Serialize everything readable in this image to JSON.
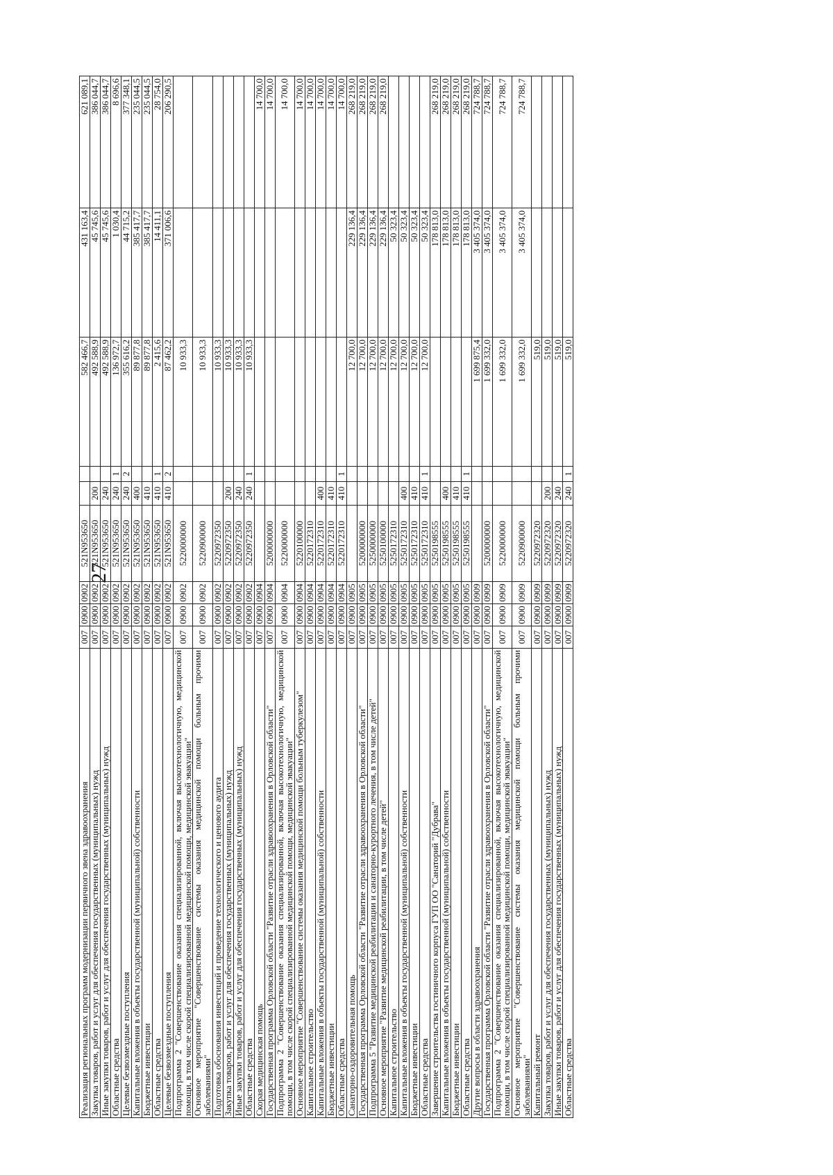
{
  "page": {
    "number": "27"
  },
  "rows": [
    {
      "name": "Реализация региональных программ модернизации первичного звена здравоохранения",
      "g": "007",
      "s": "0900",
      "ss": "0902",
      "csr": "521N953650",
      "vr": "",
      "k": "",
      "v1": "582 466,7",
      "v2": "431 163,4",
      "v3": "621 089,1"
    },
    {
      "name": "Закупка товаров, работ и услуг для обеспечения государственных (муниципальных) нужд",
      "g": "007",
      "s": "0900",
      "ss": "0902",
      "csr": "521N953650",
      "vr": "200",
      "k": "",
      "v1": "492 588,9",
      "v2": "45 745,6",
      "v3": "386 044,7"
    },
    {
      "name": "Иные закупки товаров, работ и услуг для обеспечения государственных (муниципальных) нужд",
      "g": "007",
      "s": "0900",
      "ss": "0902",
      "csr": "521N953650",
      "vr": "240",
      "k": "",
      "v1": "492 588,9",
      "v2": "45 745,6",
      "v3": "386 044,7"
    },
    {
      "name": "Областные средства",
      "g": "007",
      "s": "0900",
      "ss": "0902",
      "csr": "521N953650",
      "vr": "240",
      "k": "1",
      "v1": "136 972,7",
      "v2": "1 030,4",
      "v3": "8 696,6"
    },
    {
      "name": "Целевые безвозмездные поступления",
      "g": "007",
      "s": "0900",
      "ss": "0902",
      "csr": "521N953650",
      "vr": "240",
      "k": "2",
      "v1": "355 616,2",
      "v2": "44 715,2",
      "v3": "377 348,1"
    },
    {
      "name": "Капитальные вложения в объекты государственной (муниципальной) собственности",
      "g": "007",
      "s": "0900",
      "ss": "0902",
      "csr": "521N953650",
      "vr": "400",
      "k": "",
      "v1": "89 877,8",
      "v2": "385 417,7",
      "v3": "235 044,5"
    },
    {
      "name": "Бюджетные инвестиции",
      "g": "007",
      "s": "0900",
      "ss": "0902",
      "csr": "521N953650",
      "vr": "410",
      "k": "",
      "v1": "89 877,8",
      "v2": "385 417,7",
      "v3": "235 044,5"
    },
    {
      "name": "Областные средства",
      "g": "007",
      "s": "0900",
      "ss": "0902",
      "csr": "521N953650",
      "vr": "410",
      "k": "1",
      "v1": "2 415,6",
      "v2": "14 411,1",
      "v3": "28 754,0"
    },
    {
      "name": "Целевые безвозмездные поступления",
      "g": "007",
      "s": "0900",
      "ss": "0902",
      "csr": "521N953650",
      "vr": "410",
      "k": "2",
      "v1": "87 462,2",
      "v2": "371 006,6",
      "v3": "206 290,5"
    },
    {
      "name": "Подпрограмма 2 \"Совершенствование оказания специализированной, включая высокотехнологичную, медицинской помощи, в том числе скорой специализированной медицинской помощи, медицинской эвакуации\"",
      "g": "007",
      "s": "0900",
      "ss": "0902",
      "csr": "5220000000",
      "vr": "",
      "k": "",
      "v1": "10 933,3",
      "v2": "",
      "v3": ""
    },
    {
      "name": "Основное мероприятие \"Совершенствование системы оказания медицинской помощи больным прочими заболеваниями\"",
      "g": "007",
      "s": "0900",
      "ss": "0902",
      "csr": "5220900000",
      "vr": "",
      "k": "",
      "v1": "10 933,3",
      "v2": "",
      "v3": ""
    },
    {
      "name": "Подготовка обоснования инвестиций и проведение технологического и ценового аудита",
      "g": "007",
      "s": "0900",
      "ss": "0902",
      "csr": "5220972350",
      "vr": "",
      "k": "",
      "v1": "10 933,3",
      "v2": "",
      "v3": ""
    },
    {
      "name": "Закупка товаров, работ и услуг для обеспечения государственных (муниципальных) нужд",
      "g": "007",
      "s": "0900",
      "ss": "0902",
      "csr": "5220972350",
      "vr": "200",
      "k": "",
      "v1": "10 933,3",
      "v2": "",
      "v3": ""
    },
    {
      "name": "Иные закупки товаров, работ и услуг для обеспечения государственных (муниципальных) нужд",
      "g": "007",
      "s": "0900",
      "ss": "0902",
      "csr": "5220972350",
      "vr": "240",
      "k": "",
      "v1": "10 933,3",
      "v2": "",
      "v3": ""
    },
    {
      "name": "Областные средства",
      "g": "007",
      "s": "0900",
      "ss": "0902",
      "csr": "5220972350",
      "vr": "240",
      "k": "1",
      "v1": "10 933,3",
      "v2": "",
      "v3": ""
    },
    {
      "name": "Скорая медицинская помощь",
      "g": "007",
      "s": "0900",
      "ss": "0904",
      "csr": "",
      "vr": "",
      "k": "",
      "v1": "",
      "v2": "",
      "v3": "14 700,0"
    },
    {
      "name": "Государственная программа Орловской области \"Развитие отрасли здравоохранения в Орловской области\"",
      "g": "007",
      "s": "0900",
      "ss": "0904",
      "csr": "5200000000",
      "vr": "",
      "k": "",
      "v1": "",
      "v2": "",
      "v3": "14 700,0"
    },
    {
      "name": "Подпрограмма 2 \"Совершенствование оказания специализированной, включая высокотехнологичную, медицинской помощи, в том числе скорой специализированной медицинской помощи, медицинской эвакуации\"",
      "g": "007",
      "s": "0900",
      "ss": "0904",
      "csr": "5220000000",
      "vr": "",
      "k": "",
      "v1": "",
      "v2": "",
      "v3": "14 700,0"
    },
    {
      "name": "Основное мероприятие \"Совершенствование системы оказания медицинской помощи больным туберкулезом\"",
      "g": "007",
      "s": "0900",
      "ss": "0904",
      "csr": "5220100000",
      "vr": "",
      "k": "",
      "v1": "",
      "v2": "",
      "v3": "14 700,0"
    },
    {
      "name": "Капитальное строительство",
      "g": "007",
      "s": "0900",
      "ss": "0904",
      "csr": "5220172310",
      "vr": "",
      "k": "",
      "v1": "",
      "v2": "",
      "v3": "14 700,0"
    },
    {
      "name": "Капитальные вложения в объекты государственной (муниципальной) собственности",
      "g": "007",
      "s": "0900",
      "ss": "0904",
      "csr": "5220172310",
      "vr": "400",
      "k": "",
      "v1": "",
      "v2": "",
      "v3": "14 700,0"
    },
    {
      "name": "Бюджетные инвестиции",
      "g": "007",
      "s": "0900",
      "ss": "0904",
      "csr": "5220172310",
      "vr": "410",
      "k": "",
      "v1": "",
      "v2": "",
      "v3": "14 700,0"
    },
    {
      "name": "Областные средства",
      "g": "007",
      "s": "0900",
      "ss": "0904",
      "csr": "5220172310",
      "vr": "410",
      "k": "1",
      "v1": "",
      "v2": "",
      "v3": "14 700,0"
    },
    {
      "name": "Санаторно-оздоровительная помощь",
      "g": "007",
      "s": "0900",
      "ss": "0905",
      "csr": "",
      "vr": "",
      "k": "",
      "v1": "12 700,0",
      "v2": "229 136,4",
      "v3": "268 219,0"
    },
    {
      "name": "Государственная программа Орловской области \"Развитие отрасли здравоохранения в Орловской области\"",
      "g": "007",
      "s": "0900",
      "ss": "0905",
      "csr": "5200000000",
      "vr": "",
      "k": "",
      "v1": "12 700,0",
      "v2": "229 136,4",
      "v3": "268 219,0"
    },
    {
      "name": "Подпрограмма 5 \"Развитие медицинской реабилитации и санаторно-курортного лечения, в том числе детей\"",
      "g": "007",
      "s": "0900",
      "ss": "0905",
      "csr": "5250000000",
      "vr": "",
      "k": "",
      "v1": "12 700,0",
      "v2": "229 136,4",
      "v3": "268 219,0"
    },
    {
      "name": "Основное мероприятие \"Развитие медицинской реабилитации, в том числе детей\"",
      "g": "007",
      "s": "0900",
      "ss": "0905",
      "csr": "5250100000",
      "vr": "",
      "k": "",
      "v1": "12 700,0",
      "v2": "229 136,4",
      "v3": "268 219,0"
    },
    {
      "name": "Капитальное строительство",
      "g": "007",
      "s": "0900",
      "ss": "0905",
      "csr": "5250172310",
      "vr": "",
      "k": "",
      "v1": "12 700,0",
      "v2": "50 323,4",
      "v3": ""
    },
    {
      "name": "Капитальные вложения в объекты государственной (муниципальной) собственности",
      "g": "007",
      "s": "0900",
      "ss": "0905",
      "csr": "5250172310",
      "vr": "400",
      "k": "",
      "v1": "12 700,0",
      "v2": "50 323,4",
      "v3": ""
    },
    {
      "name": "Бюджетные инвестиции",
      "g": "007",
      "s": "0900",
      "ss": "0905",
      "csr": "5250172310",
      "vr": "410",
      "k": "",
      "v1": "12 700,0",
      "v2": "50 323,4",
      "v3": ""
    },
    {
      "name": "Областные средства",
      "g": "007",
      "s": "0900",
      "ss": "0905",
      "csr": "5250172310",
      "vr": "410",
      "k": "1",
      "v1": "12 700,0",
      "v2": "50 323,4",
      "v3": ""
    },
    {
      "name": "Завершение строительства гостиничного корпуса ГУП ОО \"Санаторий \"Дубрава\"",
      "g": "007",
      "s": "0900",
      "ss": "0905",
      "csr": "5250198555",
      "vr": "",
      "k": "",
      "v1": "",
      "v2": "178 813,0",
      "v3": "268 219,0"
    },
    {
      "name": "Капитальные вложения в объекты государственной (муниципальной) собственности",
      "g": "007",
      "s": "0900",
      "ss": "0905",
      "csr": "5250198555",
      "vr": "400",
      "k": "",
      "v1": "",
      "v2": "178 813,0",
      "v3": "268 219,0"
    },
    {
      "name": "Бюджетные инвестиции",
      "g": "007",
      "s": "0900",
      "ss": "0905",
      "csr": "5250198555",
      "vr": "410",
      "k": "",
      "v1": "",
      "v2": "178 813,0",
      "v3": "268 219,0"
    },
    {
      "name": "Областные средства",
      "g": "007",
      "s": "0900",
      "ss": "0905",
      "csr": "5250198555",
      "vr": "410",
      "k": "1",
      "v1": "",
      "v2": "178 813,0",
      "v3": "268 219,0"
    },
    {
      "name": "Другие вопросы в области здравоохранения",
      "g": "007",
      "s": "0900",
      "ss": "0909",
      "csr": "",
      "vr": "",
      "k": "",
      "v1": "1 699 875,4",
      "v2": "3 405 374,0",
      "v3": "724 788,7"
    },
    {
      "name": "Государственная программа Орловской области \"Развитие отрасли здравоохранения в Орловской области\"",
      "g": "007",
      "s": "0900",
      "ss": "0909",
      "csr": "5200000000",
      "vr": "",
      "k": "",
      "v1": "1 699 332,0",
      "v2": "3 405 374,0",
      "v3": "724 788,7"
    },
    {
      "name": "Подпрограмма 2 \"Совершенствование оказания специализированной, включая высокотехнологичную, медицинской помощи, в том числе скорой специализированной медицинской помощи, медицинской эвакуации\"",
      "g": "007",
      "s": "0900",
      "ss": "0909",
      "csr": "5220000000",
      "vr": "",
      "k": "",
      "v1": "1 699 332,0",
      "v2": "3 405 374,0",
      "v3": "724 788,7"
    },
    {
      "name": "Основное мероприятие \"Совершенствование системы оказания медицинской помощи больным прочими заболеваниями\"",
      "g": "007",
      "s": "0900",
      "ss": "0909",
      "csr": "5220900000",
      "vr": "",
      "k": "",
      "v1": "1 699 332,0",
      "v2": "3 405 374,0",
      "v3": "724 788,7"
    },
    {
      "name": "Капитальный ремонт",
      "g": "007",
      "s": "0900",
      "ss": "0909",
      "csr": "5220972320",
      "vr": "",
      "k": "",
      "v1": "519,0",
      "v2": "",
      "v3": ""
    },
    {
      "name": "Закупка товаров, работ и услуг для обеспечения государственных (муниципальных) нужд",
      "g": "007",
      "s": "0900",
      "ss": "0909",
      "csr": "5220972320",
      "vr": "200",
      "k": "",
      "v1": "519,0",
      "v2": "",
      "v3": ""
    },
    {
      "name": "Иные закупки товаров, работ и услуг для обеспечения государственных (муниципальных) нужд",
      "g": "007",
      "s": "0900",
      "ss": "0909",
      "csr": "5220972320",
      "vr": "240",
      "k": "",
      "v1": "519,0",
      "v2": "",
      "v3": ""
    },
    {
      "name": "Областные средства",
      "g": "007",
      "s": "0900",
      "ss": "0909",
      "csr": "5220972320",
      "vr": "240",
      "k": "1",
      "v1": "519,0",
      "v2": "",
      "v3": ""
    }
  ]
}
